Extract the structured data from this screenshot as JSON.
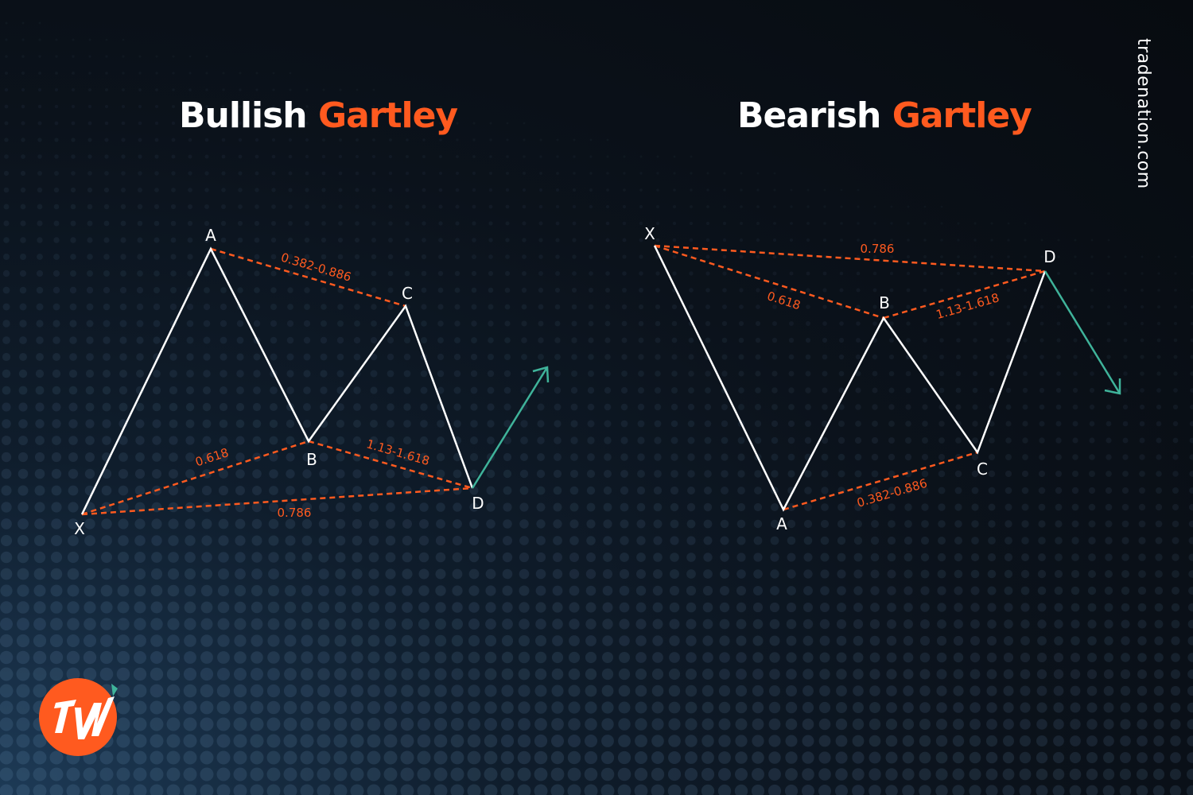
{
  "bullish": {
    "title_part1": "Bullish",
    "title_part2": "Gartley",
    "points": {
      "x": "X",
      "a": "A",
      "b": "B",
      "c": "C",
      "d": "D"
    },
    "ratios": {
      "xa_b": "0.618",
      "ac": "0.382-0.886",
      "bd": "1.13-1.618",
      "xd": "0.786"
    }
  },
  "bearish": {
    "title_part1": "Bearish",
    "title_part2": "Gartley",
    "points": {
      "x": "X",
      "a": "A",
      "b": "B",
      "c": "C",
      "d": "D"
    },
    "ratios": {
      "xa_b": "0.618",
      "ac": "0.382-0.886",
      "bd": "1.13-1.618",
      "xd": "0.786"
    }
  },
  "brand": {
    "website": "tradenation.com",
    "logo_icon": "tradenation-logo-icon"
  },
  "colors": {
    "accent": "#ff5a1f",
    "line": "#ffffff",
    "arrow": "#3fb39a",
    "background": "#0b121b"
  }
}
